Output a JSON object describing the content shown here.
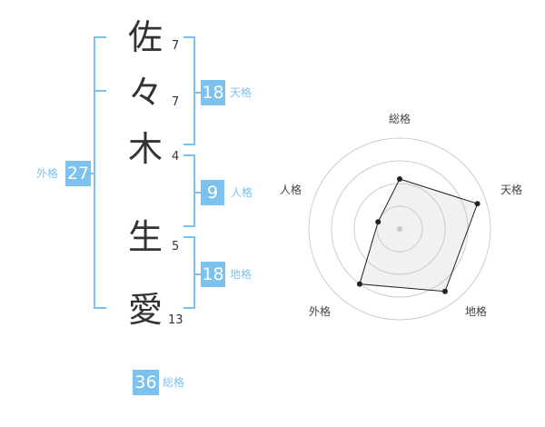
{
  "name": {
    "chars": [
      {
        "char": "佐",
        "strokes": "7"
      },
      {
        "char": "々",
        "strokes": "7"
      },
      {
        "char": "木",
        "strokes": "4"
      },
      {
        "char": "生",
        "strokes": "5"
      },
      {
        "char": "愛",
        "strokes": "13"
      }
    ]
  },
  "kakusu": {
    "tenkaku": {
      "value": "18",
      "label": "天格"
    },
    "jinkaku": {
      "value": "9",
      "label": "人格"
    },
    "chikaku": {
      "value": "18",
      "label": "地格"
    },
    "gaikaku": {
      "value": "27",
      "label": "外格"
    },
    "soukaku": {
      "value": "36",
      "label": "総格"
    }
  },
  "colors": {
    "accent": "#7dc2ee",
    "text": "#333333"
  },
  "chart_data": {
    "type": "radar",
    "axes": [
      "総格",
      "天格",
      "地格",
      "外格",
      "人格"
    ],
    "values": [
      0.55,
      0.9,
      0.85,
      0.75,
      0.25
    ],
    "rings": 4
  }
}
